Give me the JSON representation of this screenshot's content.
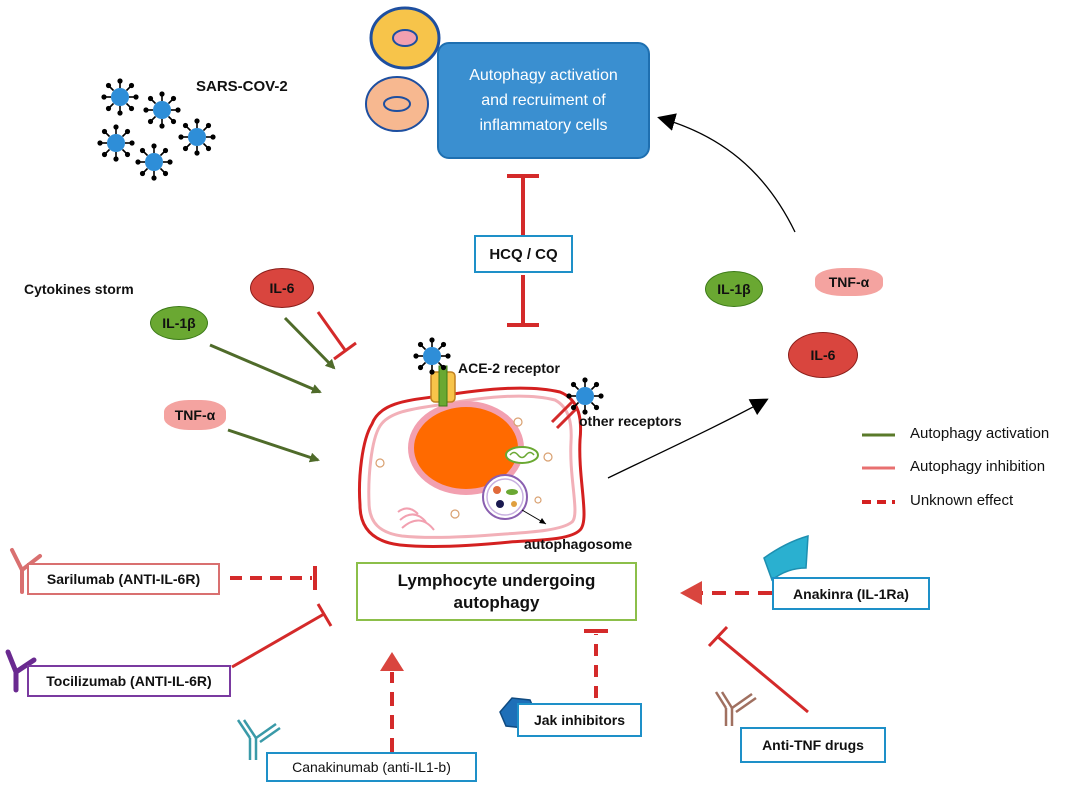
{
  "virus_label": "SARS-COV-2",
  "autophagy_box": {
    "line1": "Autophagy activation",
    "line2": "and recruiment of",
    "line3": "inflammatory cells"
  },
  "hcq_label": "HCQ / CQ",
  "cytokines_storm": "Cytokines storm",
  "left_cytokines": {
    "il6": "IL-6",
    "il1b": "IL-1β",
    "tnfa": "TNF-α"
  },
  "right_cytokines": {
    "il1b": "IL-1β",
    "tnfa": "TNF-α",
    "il6": "IL-6"
  },
  "receptors": {
    "ace2": "ACE-2  receptor",
    "other": "other receptors"
  },
  "autophagosome": "autophagosome",
  "center_box": {
    "line1": "Lymphocyte undergoing",
    "line2": "autophagy"
  },
  "drugs": {
    "sarilumab": "Sarilumab (ANTI-IL-6R)",
    "tocilizumab": "Tocilizumab (ANTI-IL-6R)",
    "canakinumab": "Canakinumab (anti-IL1-b)",
    "jak": "Jak inhibitors",
    "anakinra": "Anakinra (IL-1Ra)",
    "antitnf": "Anti-TNF  drugs"
  },
  "legend": [
    {
      "label": "Autophagy activation",
      "color": "#5a7a2a",
      "style": "solid"
    },
    {
      "label": "Autophagy inhibition",
      "color": "#e87070",
      "style": "solid"
    },
    {
      "label": "Unknown effect",
      "color": "#d42020",
      "style": "dashed"
    }
  ],
  "colors": {
    "activation": "#4f6b2a",
    "inhibition": "#d42a2a",
    "box_blue": "#1e90c8",
    "autophagy_fill": "#3a8fd0",
    "center_border": "#8cbf4a",
    "il6_fill": "#d9453e",
    "il1b_fill": "#6aa832",
    "tnf_fill": "#f4a3a0"
  }
}
